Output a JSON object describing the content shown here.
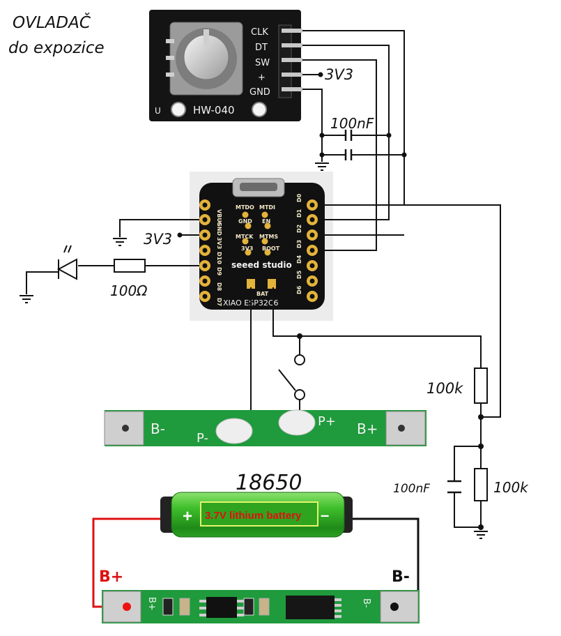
{
  "title_line1": "OVLADAČ",
  "title_line2": "do expozice",
  "encoder": {
    "board_name": "HW-040",
    "pins": [
      "CLK",
      "DT",
      "SW",
      "+",
      "GND"
    ]
  },
  "labels": {
    "vcc_top": "3V3",
    "vcc_mcu": "3V3",
    "cap_top": "100nF",
    "resistor_led": "100Ω",
    "resistor_top": "100k",
    "resistor_bottom": "100k",
    "cap_bottom": "100nF",
    "battery_type": "18650",
    "bplus_label": "B+",
    "bminus_label": "B-",
    "pm_minus": "P-",
    "pm_plus": "P+",
    "pm_bminus": "B-",
    "pm_bplus": "B+",
    "bms_bplus_silk": "B+",
    "bms_bminus_silk": "B-"
  },
  "mcu": {
    "brand": "seeed studio",
    "model": "XIAO ESP32C6",
    "left_pins": [
      "VBUS",
      "GND",
      "3V3",
      "D10",
      "D9",
      "D8",
      "D7"
    ],
    "right_pins": [
      "D0",
      "D1",
      "D2",
      "D3",
      "D4",
      "D5",
      "D6"
    ],
    "pad_labels": [
      "MTDO",
      "MTDI",
      "GND",
      "EN",
      "MTCK",
      "MTMS",
      "3V3",
      "BOOT"
    ],
    "bat_label": "BAT"
  },
  "battery": {
    "label": "3.7V lithium battery",
    "plus": "+",
    "minus": "–"
  },
  "colors": {
    "pcb_green": "#1f9a3c",
    "pcb_black": "#141414",
    "battery_green": "#3fbf2c",
    "wire_red": "#d11",
    "wire_black": "#111"
  }
}
